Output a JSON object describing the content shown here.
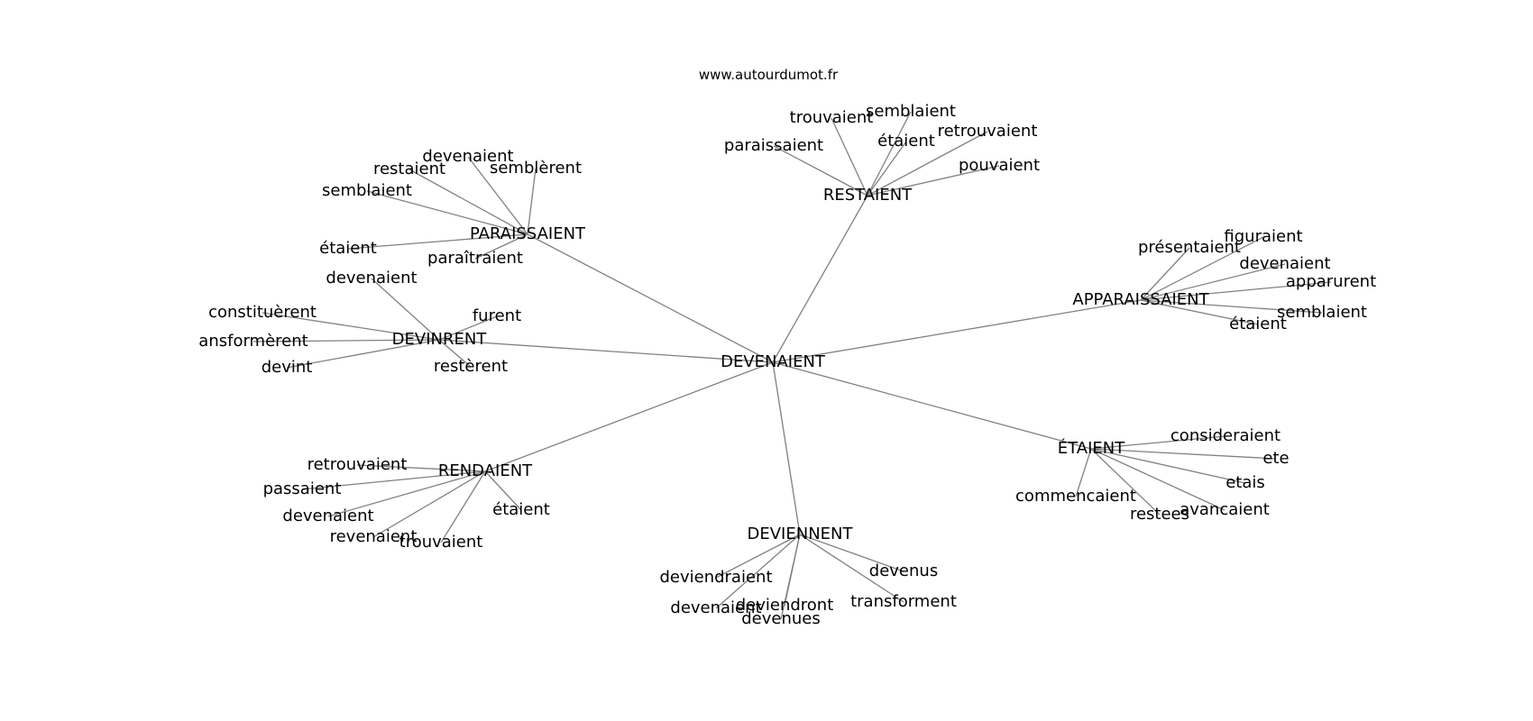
{
  "source": "www.autourdumot.fr",
  "graph": {
    "center": "DEVENAIENT",
    "clusters": [
      {
        "label": "PARAISSAIENT",
        "leaves": [
          "devenaient",
          "restaient",
          "semblèrent",
          "semblaient",
          "étaient",
          "paraîtraient"
        ]
      },
      {
        "label": "RESTAIENT",
        "leaves": [
          "trouvaient",
          "semblaient",
          "paraissaient",
          "étaient",
          "retrouvaient",
          "pouvaient"
        ]
      },
      {
        "label": "APPARAISSAIENT",
        "leaves": [
          "présentaient",
          "figuraient",
          "devenaient",
          "apparurent",
          "semblaient",
          "étaient"
        ]
      },
      {
        "label": "DEVINRENT",
        "leaves": [
          "devenaient",
          "constituèrent",
          "furent",
          "ansformèrent",
          "devint",
          "restèrent"
        ]
      },
      {
        "label": "ÉTAIENT",
        "leaves": [
          "consideraient",
          "ete",
          "etais",
          "commencaient",
          "avancaient",
          "restees"
        ]
      },
      {
        "label": "RENDAIENT",
        "leaves": [
          "retrouvaient",
          "passaient",
          "devenaient",
          "étaient",
          "revenaient",
          "trouvaient"
        ]
      },
      {
        "label": "DEVIENNENT",
        "leaves": [
          "devenus",
          "deviendraient",
          "transforment",
          "devenaient",
          "deviendront",
          "devenues"
        ]
      }
    ]
  }
}
